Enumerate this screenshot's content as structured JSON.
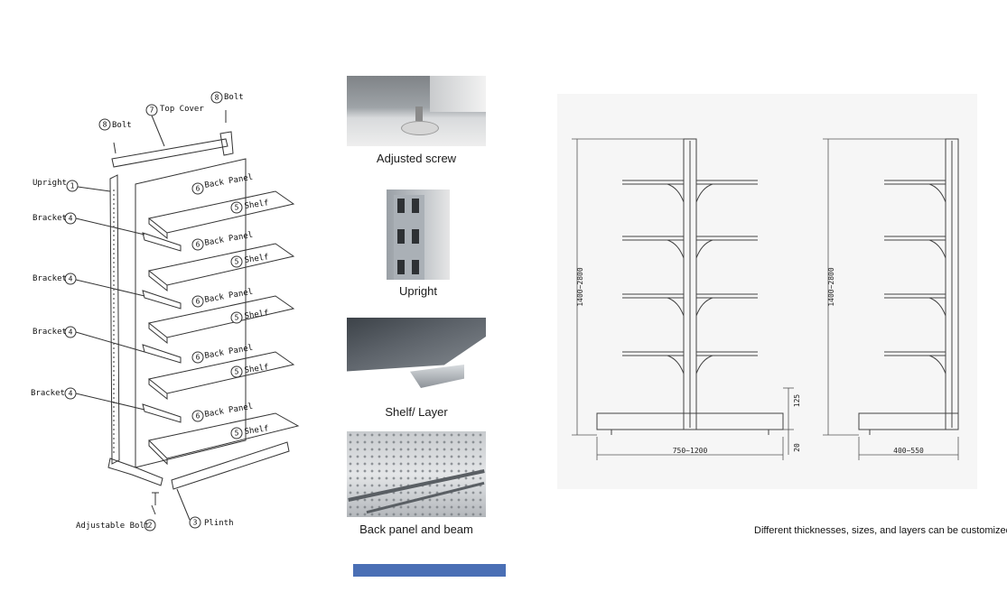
{
  "exploded_view": {
    "parts": [
      {
        "no": "8",
        "label": "Bolt"
      },
      {
        "no": "7",
        "label": "Top Cover"
      },
      {
        "no": "8",
        "label": "Bolt"
      },
      {
        "no": "1",
        "label": "Upright"
      },
      {
        "no": "6",
        "label": "Back Panel"
      },
      {
        "no": "5",
        "label": "Shelf"
      },
      {
        "no": "4",
        "label": "Bracket"
      },
      {
        "no": "6",
        "label": "Back Panel"
      },
      {
        "no": "5",
        "label": "Shelf"
      },
      {
        "no": "4",
        "label": "Bracket"
      },
      {
        "no": "6",
        "label": "Back Panel"
      },
      {
        "no": "5",
        "label": "Shelf"
      },
      {
        "no": "4",
        "label": "Bracket"
      },
      {
        "no": "6",
        "label": "Back Panel"
      },
      {
        "no": "5",
        "label": "Shelf"
      },
      {
        "no": "4",
        "label": "Bracket"
      },
      {
        "no": "6",
        "label": "Back Panel"
      },
      {
        "no": "5",
        "label": "Shelf"
      },
      {
        "no": "2",
        "label": "Adjustable Bolt"
      },
      {
        "no": "3",
        "label": "Plinth"
      }
    ]
  },
  "details": [
    {
      "caption": "Adjusted screw"
    },
    {
      "caption": "Upright"
    },
    {
      "caption": "Shelf/ Layer"
    },
    {
      "caption": "Back panel and beam"
    }
  ],
  "dimensions": {
    "height_left": "1400~2800",
    "height_right": "1400~2800",
    "base_height": "125",
    "foot_height": "20",
    "width_double": "750~1200",
    "width_single": "400~550"
  },
  "footnote": "Different thicknesses, sizes, and layers can be customized.",
  "colors": {
    "accent_bar": "#4a6fb5",
    "line": "#333333",
    "panel_bg": "#f6f6f6"
  }
}
